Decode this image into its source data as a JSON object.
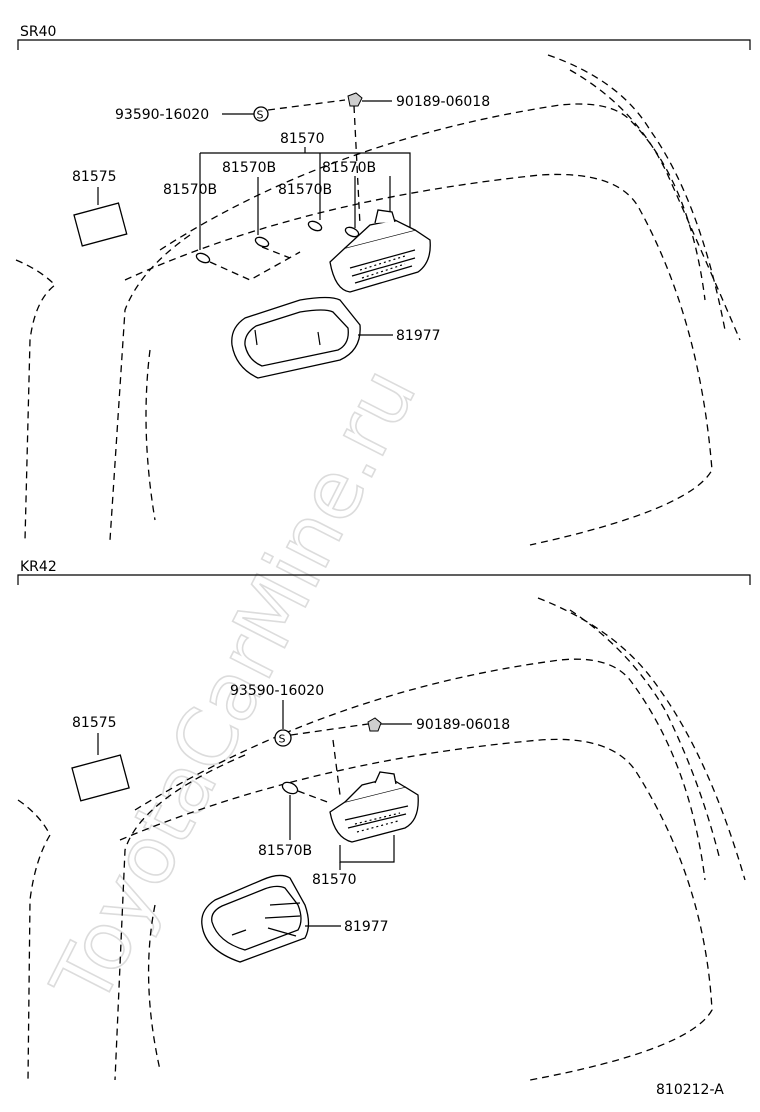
{
  "sections": [
    {
      "title": "SR40",
      "labels": {
        "screw": "93590-16020",
        "clip": "90189-06018",
        "lamp": "81570",
        "bulb_a": "81570B",
        "bulb_b": "81570B",
        "bulb_c": "81570B",
        "bulb_d": "81570B",
        "plate": "81575",
        "cover": "81977"
      }
    },
    {
      "title": "KR42",
      "labels": {
        "screw": "93590-16020",
        "clip": "90189-06018",
        "lamp": "81570",
        "bulb": "81570B",
        "plate": "81575",
        "cover": "81977"
      }
    }
  ],
  "screw_symbol": "S",
  "watermark": "ToyotaCarMine.ru",
  "diagram_code": "810212-A"
}
